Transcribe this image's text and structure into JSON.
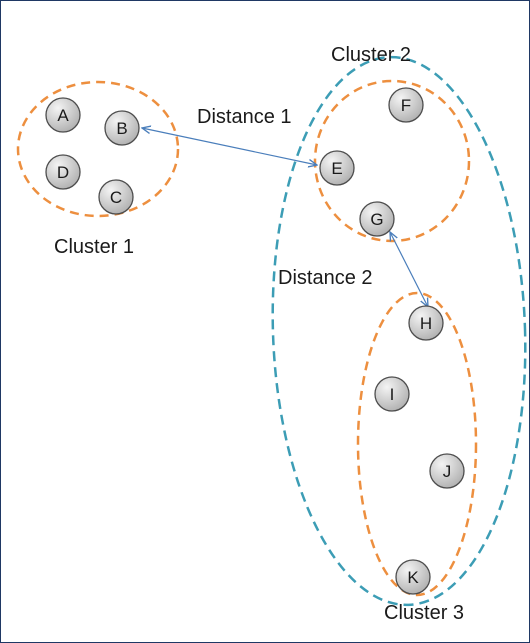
{
  "colors": {
    "cluster_outline": "#ed8f3f",
    "outer_cluster_outline": "#3c9db5",
    "arrow": "#4a7ebb",
    "node_fill_light": "#f2f2f2",
    "node_fill_dark": "#b4b4b4",
    "node_stroke": "#4d4d4d",
    "frame": "#1f3864"
  },
  "labels": {
    "cluster1": "Cluster 1",
    "cluster2": "Cluster 2",
    "cluster3": "Cluster 3",
    "distance1": "Distance 1",
    "distance2": "Distance 2"
  },
  "nodes": {
    "a": "A",
    "b": "B",
    "c": "C",
    "d": "D",
    "e": "E",
    "f": "F",
    "g": "G",
    "h": "H",
    "i": "I",
    "j": "J",
    "k": "K"
  }
}
